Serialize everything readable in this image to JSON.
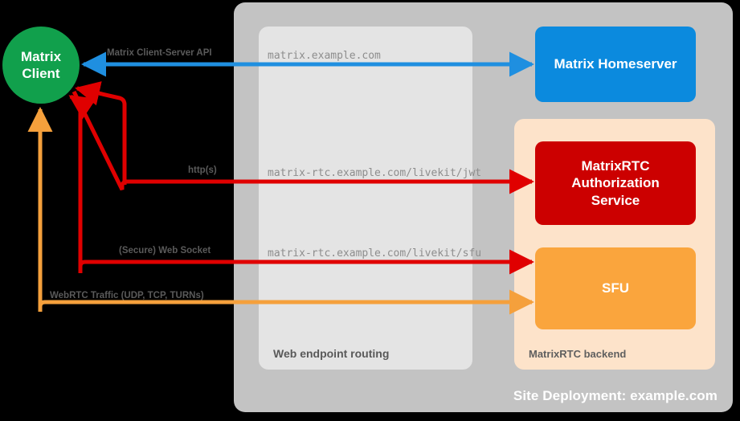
{
  "diagram": {
    "site_container": {
      "label": "Site Deployment: example.com",
      "color": "#c3c3c3"
    },
    "routing_container": {
      "label": "Web endpoint routing",
      "color": "#e4e4e4"
    },
    "backend_container": {
      "label": "MatrixRTC backend",
      "color": "#fde3ca"
    },
    "nodes": {
      "client": {
        "line1": "Matrix",
        "line2": "Client",
        "color": "#11a04c"
      },
      "homeserver": {
        "label": "Matrix Homeserver",
        "color": "#0b8ade"
      },
      "auth_service": {
        "line1": "MatrixRTC",
        "line2": "Authorization",
        "line3": "Service",
        "color": "#cc0000"
      },
      "sfu": {
        "label": "SFU",
        "color": "#faa53d"
      }
    },
    "edges": [
      {
        "id": "client-server-api",
        "protocol_label": "Matrix Client-Server API",
        "endpoint": "matrix.example.com",
        "color": "#1f8fe0",
        "direction": "bidirectional"
      },
      {
        "id": "jwt",
        "protocol_label": "http(s)",
        "endpoint": "matrix-rtc.example.com/livekit/jwt",
        "color": "#e00000",
        "direction": "bidirectional"
      },
      {
        "id": "sfu-websocket",
        "protocol_label": "(Secure) Web Socket",
        "endpoint": "matrix-rtc.example.com/livekit/sfu",
        "color": "#e00000",
        "direction": "bidirectional"
      },
      {
        "id": "webrtc",
        "protocol_label": "WebRTC Traffic (UDP, TCP, TURNs)",
        "endpoint": "",
        "color": "#f5a03c",
        "direction": "bidirectional"
      }
    ]
  }
}
